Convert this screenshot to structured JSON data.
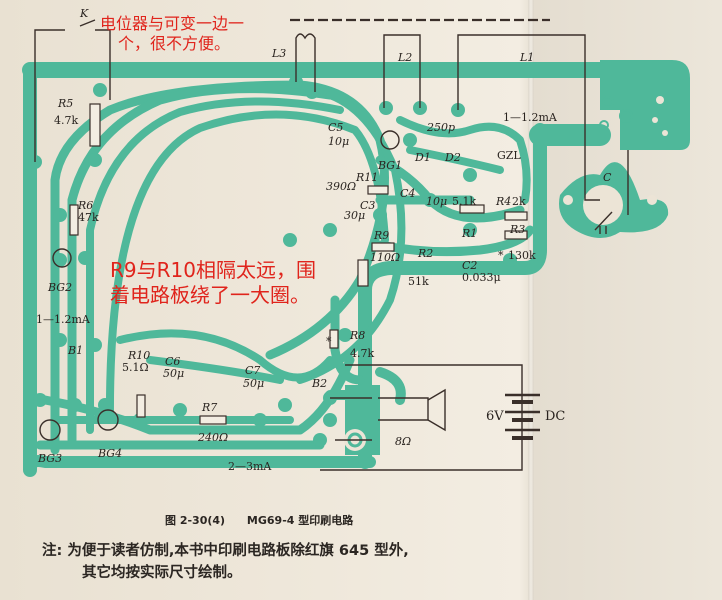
{
  "annotations": {
    "top_note_line1": "电位器与可变一边一",
    "top_note_line2": "个，很不方便。",
    "middle_note_line1": "R9与R10相隔太远，围",
    "middle_note_line2": "着电路板绕了一大圈。",
    "color": "#e0241c"
  },
  "figure": {
    "number": "图 2-30(4)",
    "title": "MG69-4 型印刷电路",
    "trace_color": "#4fb89a"
  },
  "footnote": {
    "prefix": "注:",
    "line1": "为便于读者仿制,本书中印刷电路板除红旗 645 型外,",
    "line2": "其它均按实际尺寸绘制。"
  },
  "components": {
    "K": "K",
    "L3": "L3",
    "L2": "L2",
    "L1": "L1",
    "R5": "R5",
    "R5_val": "4.7k",
    "C5": "C5",
    "C5_val": "10μ",
    "BG1": "BG1",
    "R11": "R11",
    "R11_val": "390Ω",
    "C3": "C3",
    "C3_val": "30μ",
    "R9": "R9",
    "R9_val": "110Ω",
    "R2": "R2",
    "R2_val": "51k",
    "C_250": "250p",
    "D1": "D1",
    "D2": "D2",
    "C4": "C4",
    "C4_val": "10μ",
    "R_5_1k": "5.1k",
    "R1": "R1",
    "C2": "C2",
    "C2_val": "0.033μ",
    "R4": "R4",
    "R4_val": "2k",
    "R3": "R3",
    "R3_val": "130k",
    "GZL": "GZL",
    "current_top": "1—1.2mA",
    "C_var": "C",
    "R6": "R6",
    "R6_val": "47k",
    "BG2": "BG2",
    "current_left": "1—1.2mA",
    "B1": "B1",
    "R10": "R10",
    "R10_val": "5.1Ω",
    "C6": "C6",
    "C6_val": "50μ",
    "C7": "C7",
    "C7_val": "50μ",
    "R7": "R7",
    "R7_val": "240Ω",
    "B2": "B2",
    "R8": "R8",
    "R8_val": "4.7k",
    "BG3": "BG3",
    "BG4": "BG4",
    "current_bottom": "2—3mA",
    "speaker_val": "8Ω",
    "battery": "6V",
    "battery_type": "DC",
    "star": "*"
  }
}
